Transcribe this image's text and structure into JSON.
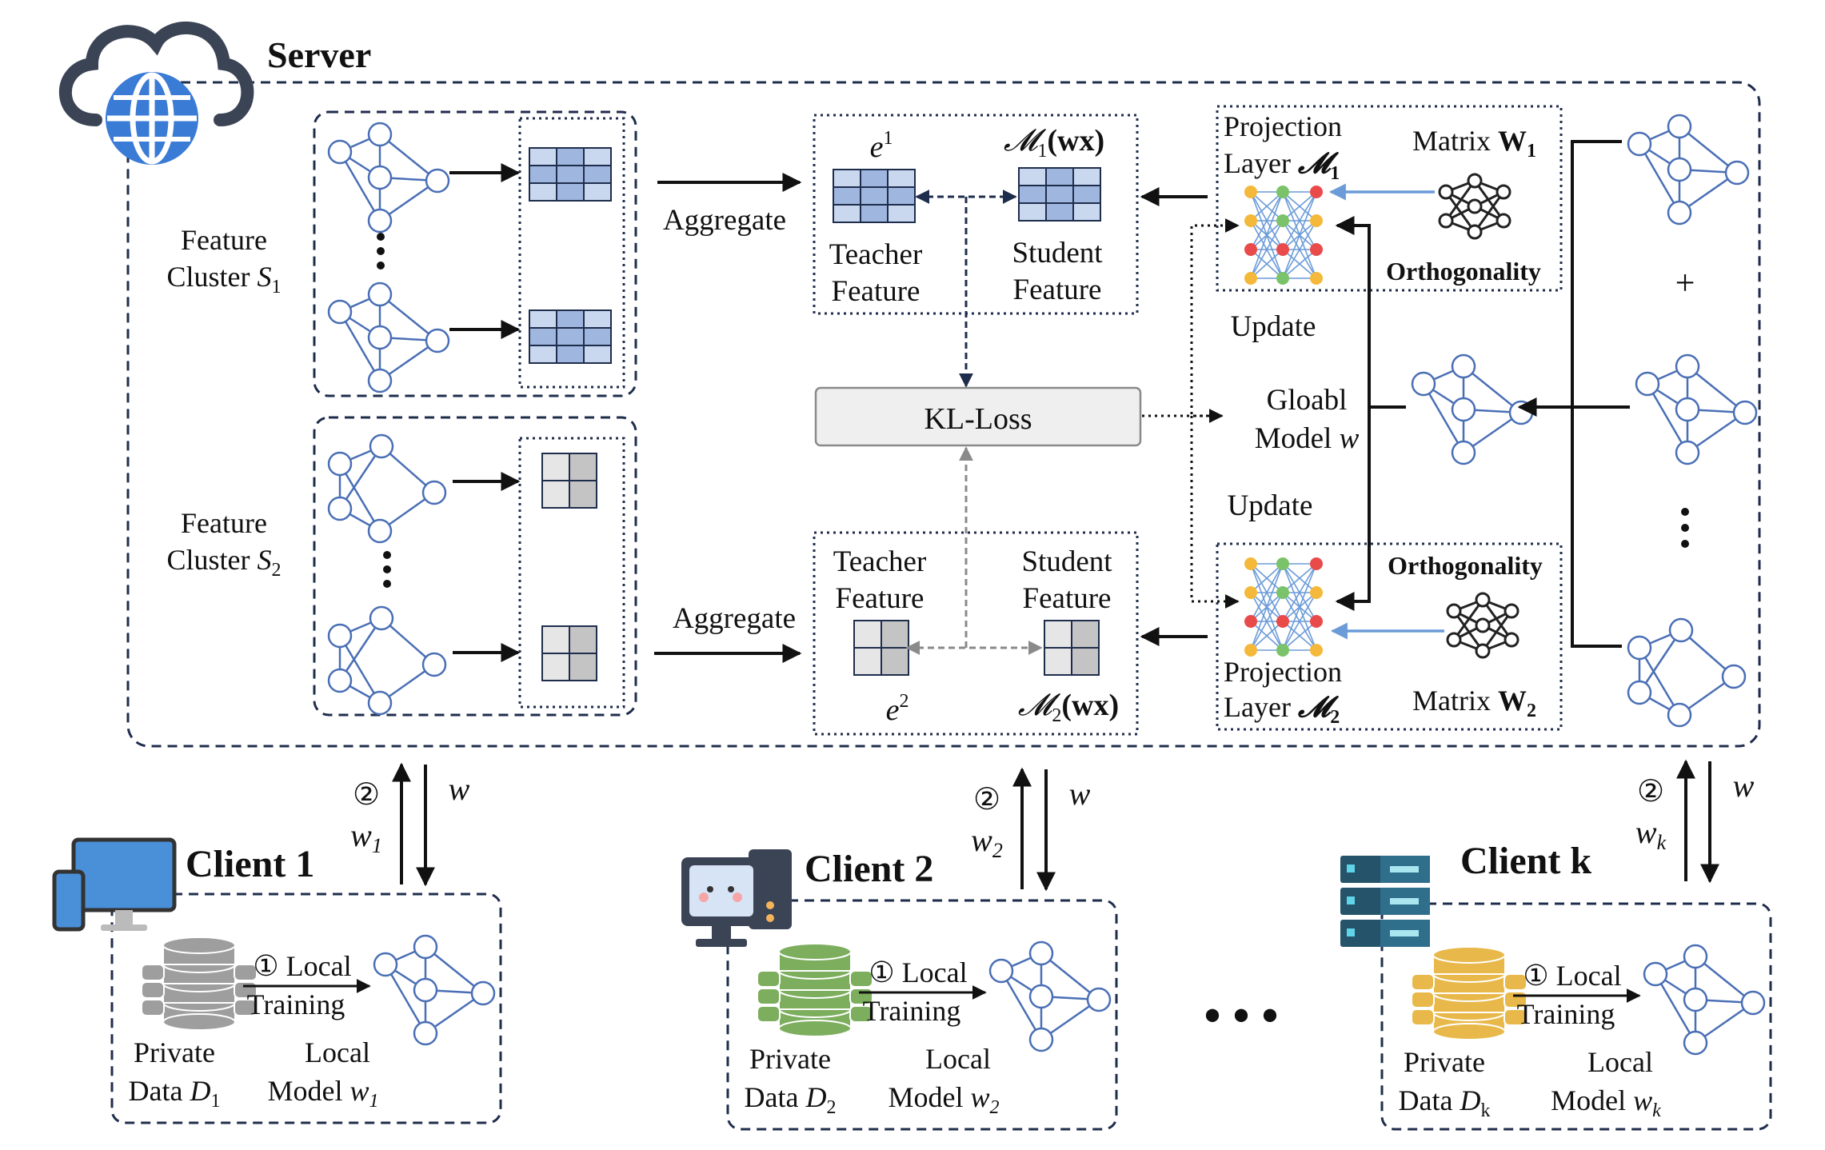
{
  "server": {
    "title": "Server"
  },
  "clusters": {
    "s1": {
      "line1": "Feature",
      "line2": "Cluster ",
      "symbol": "S",
      "sub": "1"
    },
    "s2": {
      "line1": "Feature",
      "line2": "Cluster ",
      "symbol": "S",
      "sub": "2"
    }
  },
  "aggregate": {
    "top": "Aggregate",
    "bottom": "Aggregate"
  },
  "teacher_student_top": {
    "e_symbol": "e",
    "e_sup": "1",
    "m_symbol": "𝓜",
    "m_sub": "1",
    "m_arg": "(wx)",
    "teacher_l1": "Teacher",
    "teacher_l2": "Feature",
    "student_l1": "Student",
    "student_l2": "Feature"
  },
  "teacher_student_bottom": {
    "e_symbol": "e",
    "e_sup": "2",
    "m_symbol": "𝓜",
    "m_sub": "2",
    "m_arg": "(wx)",
    "teacher_l1": "Teacher",
    "teacher_l2": "Feature",
    "student_l1": "Student",
    "student_l2": "Feature"
  },
  "kl_loss": "KL-Loss",
  "projection_top": {
    "l1": "Projection",
    "l2": "Layer ",
    "symbol": "𝓜",
    "sub": "1",
    "matrix": "Matrix ",
    "matrix_symbol": "W",
    "matrix_sub": "1",
    "orthogonality": "Orthogonality"
  },
  "projection_bottom": {
    "l1": "Projection",
    "l2": "Layer ",
    "symbol": "𝓜",
    "sub": "2",
    "matrix": "Matrix ",
    "matrix_symbol": "W",
    "matrix_sub": "2",
    "orthogonality": "Orthogonality"
  },
  "update": {
    "top": "Update",
    "bottom": "Update"
  },
  "global_model": {
    "l1": "Gloabl",
    "l2": "Model ",
    "symbol": "w"
  },
  "plus": "+",
  "clients": [
    {
      "title": "Client 1",
      "step": "②",
      "w_up": "w",
      "w_up_sub": "1",
      "w_down": "w",
      "local_step": "① Local",
      "training": "Training",
      "private_l1": "Private",
      "private_l2": "Data ",
      "data_symbol": "D",
      "data_sub": "1",
      "model_l1": "Local",
      "model_l2": "Model ",
      "model_symbol": "w",
      "model_sub": "1",
      "db_color": "#9e9e9e"
    },
    {
      "title": "Client 2",
      "step": "②",
      "w_up": "w",
      "w_up_sub": "2",
      "w_down": "w",
      "local_step": "① Local",
      "training": "Training",
      "private_l1": "Private",
      "private_l2": "Data ",
      "data_symbol": "D",
      "data_sub": "2",
      "model_l1": "Local",
      "model_l2": "Model ",
      "model_symbol": "w",
      "model_sub": "2",
      "db_color": "#7cae5e"
    },
    {
      "title": "Client k",
      "step": "②",
      "w_up": "w",
      "w_up_sub": "k",
      "w_down": "w",
      "local_step": "① Local",
      "training": "Training",
      "private_l1": "Private",
      "private_l2": "Data ",
      "data_symbol": "D",
      "data_sub": "k",
      "model_l1": "Local",
      "model_l2": "Model ",
      "model_symbol": "w",
      "model_sub": "k",
      "db_color": "#e8b94a"
    }
  ],
  "ellipsis": "• • •",
  "colors": {
    "frame": "#1f2d4d",
    "graph": "#4a6fb5",
    "cloud": "#3a4455",
    "globe": "#3a7bd5",
    "feature_blue": "#c9d8ef",
    "feature_blue_dark": "#9fb6de",
    "feature_gray": "#e6e6e6",
    "feature_gray_dark": "#c4c4c4",
    "arrow_light": "#6b9bd8"
  }
}
